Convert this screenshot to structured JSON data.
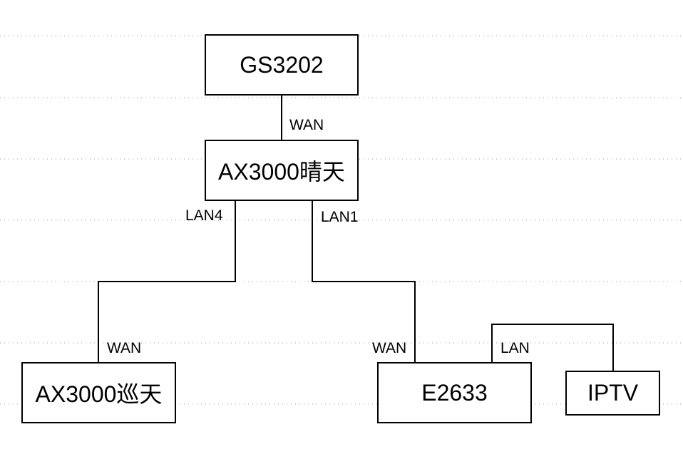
{
  "nodes": {
    "gs3202": "GS3202",
    "ax_qing": "AX3000晴天",
    "ax_xun": "AX3000巡天",
    "e2633": "E2633",
    "iptv": "IPTV"
  },
  "links": {
    "gs_wan": "WAN",
    "qing_lan4": "LAN4",
    "qing_lan1": "LAN1",
    "xun_wan": "WAN",
    "e_wan": "WAN",
    "e_lan": "LAN"
  }
}
